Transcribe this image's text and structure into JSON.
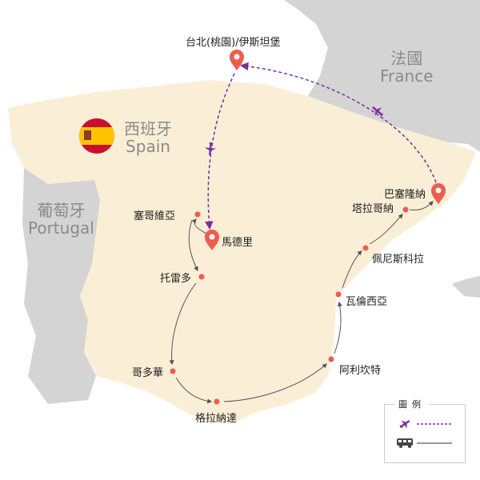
{
  "countries": {
    "spain": {
      "cn": "西班牙",
      "en": "Spain"
    },
    "portugal": {
      "cn": "葡萄牙",
      "en": "Portugal"
    },
    "france": {
      "cn": "法國",
      "en": "France"
    }
  },
  "cities": {
    "origin": "台北(桃園)/伊斯坦堡",
    "madrid": "馬德里",
    "segovia": "塞哥維亞",
    "toledo": "托雷多",
    "cordoba": "哥多華",
    "granada": "格拉納達",
    "alicante": "阿利坎特",
    "valencia": "瓦倫西亞",
    "peniscola": "佩尼斯科拉",
    "tarragona": "塔拉哥納",
    "barcelona": "巴塞隆納"
  },
  "legend": {
    "title": "圖例",
    "flight_icon": "airplane-icon",
    "bus_icon": "bus-icon"
  },
  "colors": {
    "spain": "#fbeed6",
    "neighbor": "#d4d4d4",
    "flight": "#7b2f9e",
    "ground": "#555555",
    "marker": "#ef5b50"
  }
}
